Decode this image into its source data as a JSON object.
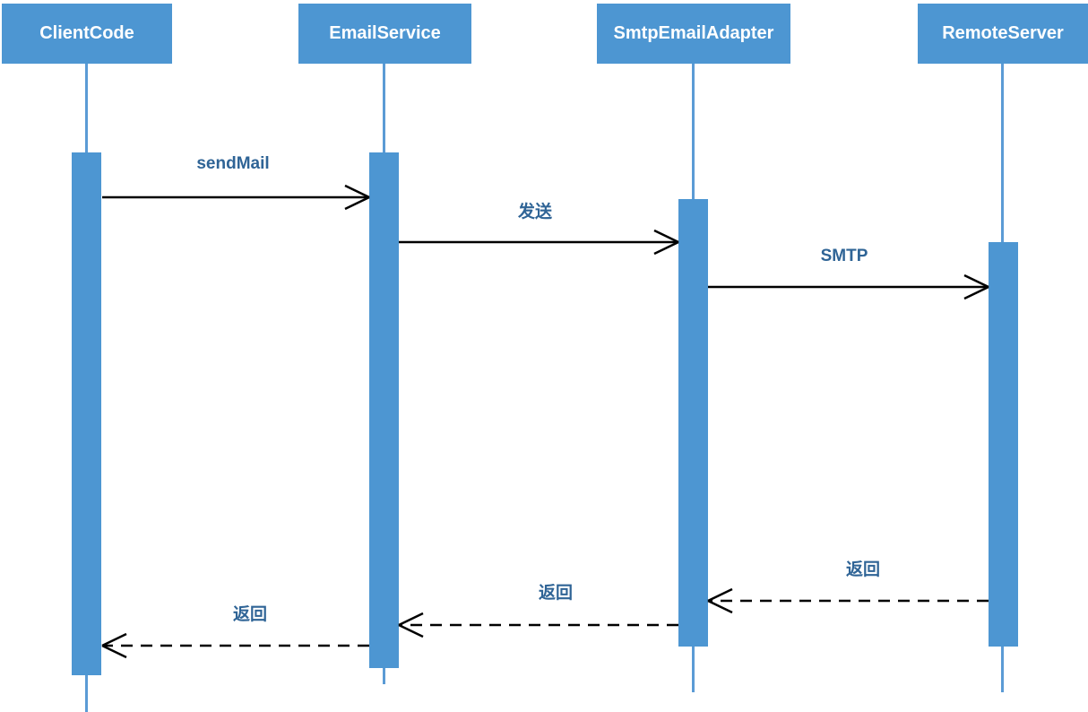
{
  "diagram": {
    "type": "uml-sequence",
    "participants": [
      {
        "label": "ClientCode"
      },
      {
        "label": "EmailService"
      },
      {
        "label": "SmtpEmailAdapter"
      },
      {
        "label": "RemoteServer"
      }
    ],
    "messages": [
      {
        "label": "sendMail",
        "from": "ClientCode",
        "to": "EmailService",
        "line": "solid"
      },
      {
        "label": "发送",
        "from": "EmailService",
        "to": "SmtpEmailAdapter",
        "line": "solid"
      },
      {
        "label": "SMTP",
        "from": "SmtpEmailAdapter",
        "to": "RemoteServer",
        "line": "solid"
      },
      {
        "label": "返回",
        "from": "RemoteServer",
        "to": "SmtpEmailAdapter",
        "line": "dashed"
      },
      {
        "label": "返回",
        "from": "SmtpEmailAdapter",
        "to": "EmailService",
        "line": "dashed"
      },
      {
        "label": "返回",
        "from": "EmailService",
        "to": "ClientCode",
        "line": "dashed"
      }
    ],
    "colors": {
      "shape_fill": "#4D96D2",
      "lifeline": "#5B9BD5",
      "message_text": "#2F6496",
      "participant_text": "#FFFFFF",
      "arrow": "#000000",
      "background": "#FFFFFF"
    }
  }
}
